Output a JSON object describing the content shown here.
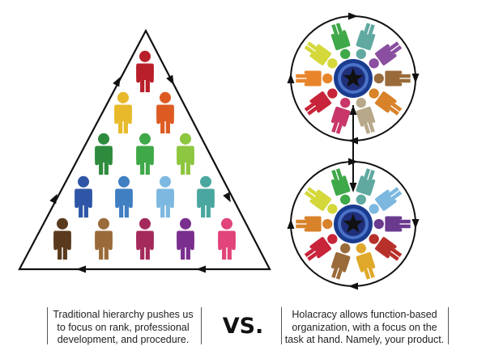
{
  "captions": {
    "left": [
      "Traditional hierarchy pushes us",
      "to focus on rank, professional",
      "development, and procedure."
    ],
    "vs": "VS.",
    "right": [
      "Holacracy allows function-based",
      "organization, with a focus on the",
      "task at hand. Namely, your product."
    ]
  },
  "icons": {
    "person": "person-icon",
    "star": "star-icon",
    "arrow": "arrow-icon"
  },
  "colors": {
    "line": "#111111",
    "center_outer": "#1a3c8f",
    "center_mid": "#4a72c8",
    "center_inner": "#1f2f7a",
    "star": "#111111"
  },
  "pyramid_rows": [
    [
      "#b81f2a"
    ],
    [
      "#e8b92a",
      "#dd5b22"
    ],
    [
      "#2e8b3d",
      "#3fa848",
      "#8dc63f"
    ],
    [
      "#2f56a6",
      "#3f7fc2",
      "#7db8e0",
      "#4aa7a0"
    ],
    [
      "#5a3a1e",
      "#9a6b3a",
      "#a52a5c",
      "#7a2f8f",
      "#e0447a"
    ]
  ],
  "circle_top_people": [
    "#5fa9a0",
    "#8a4fa0",
    "#9a6b3a",
    "#d8822a",
    "#b7a88a",
    "#c8366a",
    "#c8243a",
    "#e8852a",
    "#d4d83a",
    "#3fa848"
  ],
  "circle_bottom_people": [
    "#5fa9a0",
    "#7db8e0",
    "#6a3a8f",
    "#b8302a",
    "#e0a82a",
    "#9a6b3a",
    "#c8243a",
    "#d8822a",
    "#d4d83a",
    "#3fa848"
  ]
}
